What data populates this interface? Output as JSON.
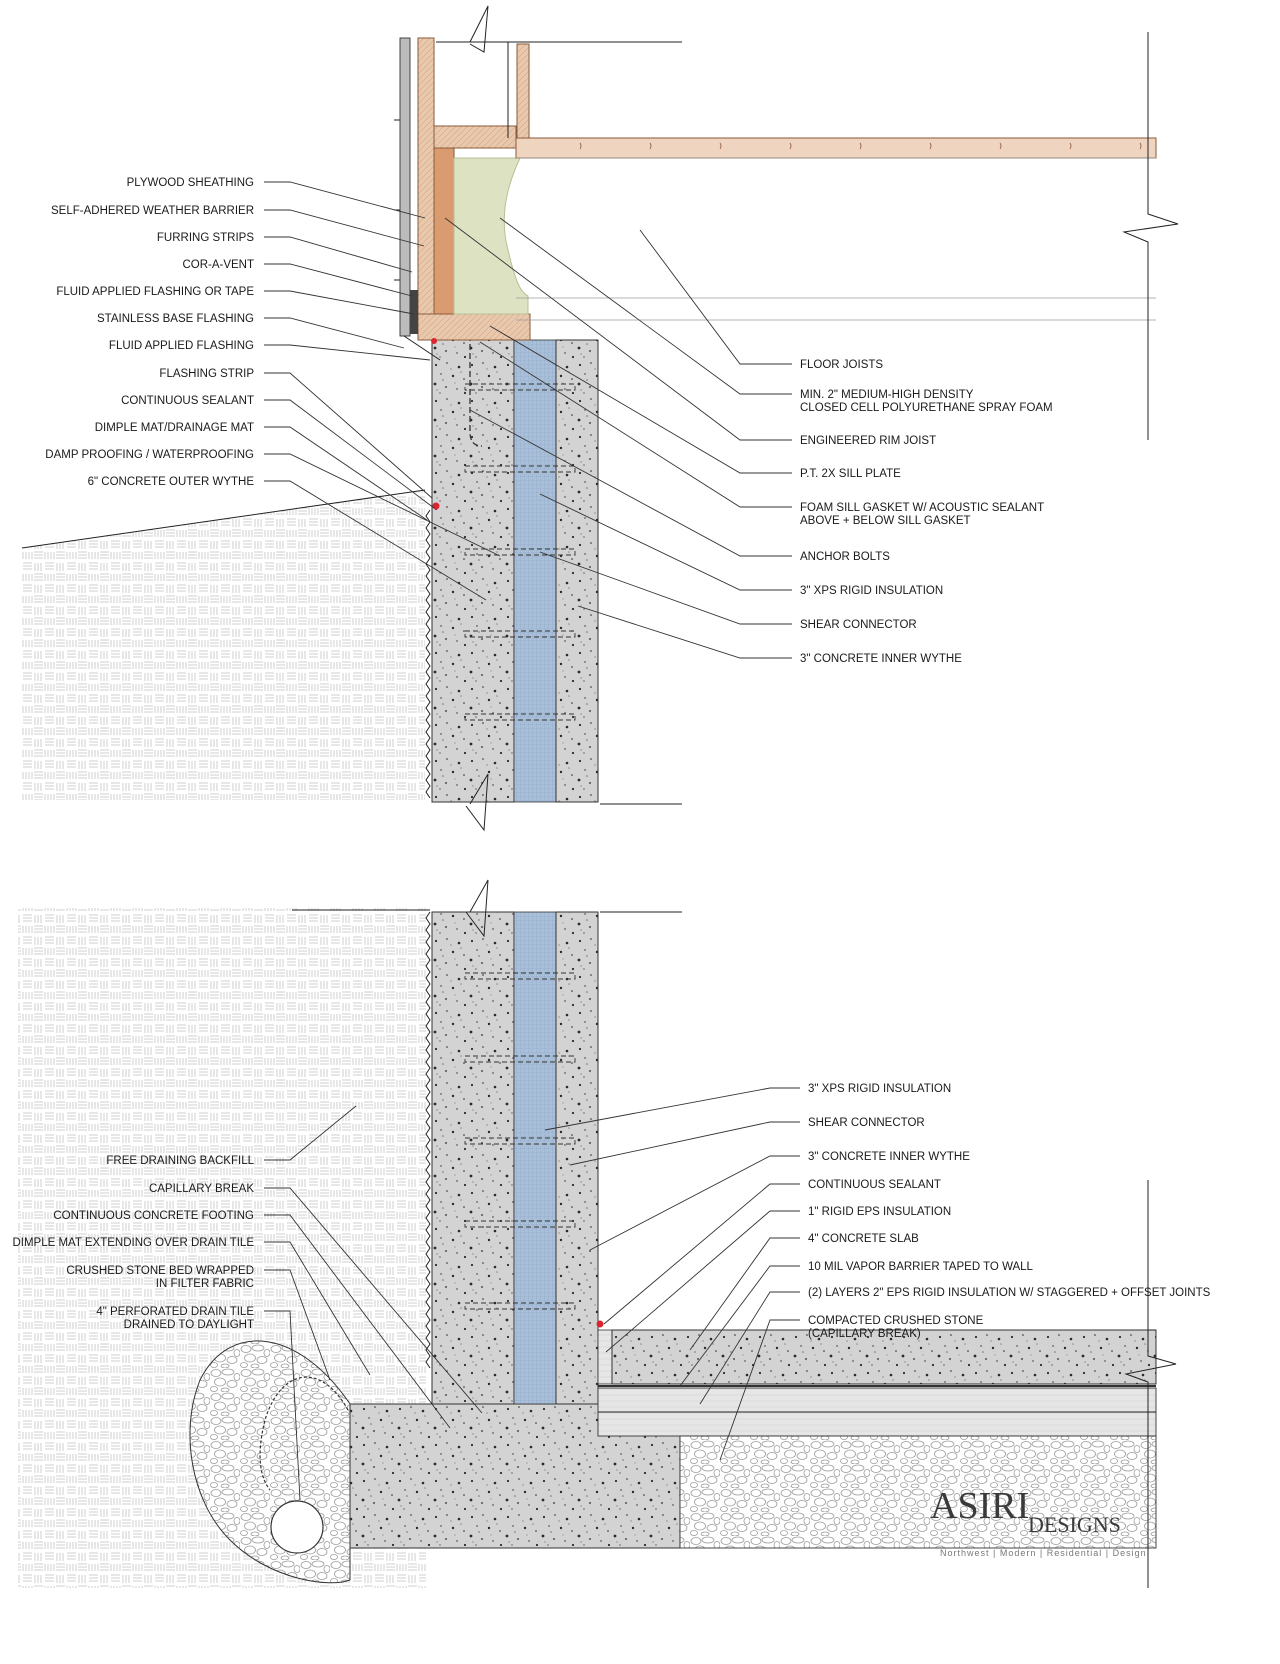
{
  "top_detail": {
    "left_labels": [
      "PLYWOOD SHEATHING",
      "SELF-ADHERED WEATHER BARRIER",
      "FURRING STRIPS",
      "COR-A-VENT",
      "FLUID APPLIED FLASHING OR TAPE",
      "STAINLESS BASE FLASHING",
      "FLUID APPLIED FLASHING",
      "FLASHING STRIP",
      "CONTINUOUS SEALANT",
      "DIMPLE MAT/DRAINAGE MAT",
      "DAMP PROOFING / WATERPROOFING",
      "6\" CONCRETE OUTER WYTHE"
    ],
    "right_labels": [
      [
        "FLOOR JOISTS"
      ],
      [
        "MIN.  2\" MEDIUM-HIGH DENSITY",
        "CLOSED CELL POLYURETHANE SPRAY FOAM"
      ],
      [
        "ENGINEERED RIM JOIST"
      ],
      [
        "P.T. 2X SILL PLATE"
      ],
      [
        "FOAM SILL GASKET W/ ACOUSTIC SEALANT",
        "ABOVE + BELOW SILL GASKET"
      ],
      [
        "ANCHOR BOLTS"
      ],
      [
        "3\" XPS RIGID INSULATION"
      ],
      [
        "SHEAR CONNECTOR"
      ],
      [
        "3\" CONCRETE INNER WYTHE"
      ]
    ]
  },
  "bottom_detail": {
    "left_labels": [
      [
        "FREE DRAINING BACKFILL"
      ],
      [
        "CAPILLARY BREAK"
      ],
      [
        "CONTINUOUS CONCRETE FOOTING"
      ],
      [
        "DIMPLE MAT EXTENDING OVER DRAIN TILE"
      ],
      [
        "CRUSHED STONE BED WRAPPED",
        "IN FILTER FABRIC"
      ],
      [
        "4\" PERFORATED DRAIN TILE",
        "DRAINED TO DAYLIGHT"
      ]
    ],
    "right_labels": [
      [
        "3\" XPS RIGID INSULATION"
      ],
      [
        "SHEAR CONNECTOR"
      ],
      [
        "3\" CONCRETE INNER WYTHE"
      ],
      [
        "CONTINUOUS SEALANT"
      ],
      [
        "1\" RIGID EPS INSULATION"
      ],
      [
        "4\" CONCRETE SLAB"
      ],
      [
        "10 MIL VAPOR BARRIER TAPED TO WALL"
      ],
      [
        "(2) LAYERS 2\" EPS RIGID INSULATION W/ STAGGERED + OFFSET JOINTS"
      ],
      [
        "COMPACTED CRUSHED STONE",
        "(CAPILLARY BREAK)"
      ]
    ]
  },
  "brand": {
    "name": "ASIRI",
    "suffix": "DESIGNS",
    "tagline": "Northwest | Modern | Residential | Design"
  },
  "colors": {
    "concrete": "#d2d2d2",
    "insulation": "#a9bfd9",
    "spray_foam": "#dde3c2",
    "wood": "#e8c3a6",
    "wood_dark": "#c98a5e",
    "sealant": "#d9262f",
    "soil_line": "#c9c9c9"
  }
}
